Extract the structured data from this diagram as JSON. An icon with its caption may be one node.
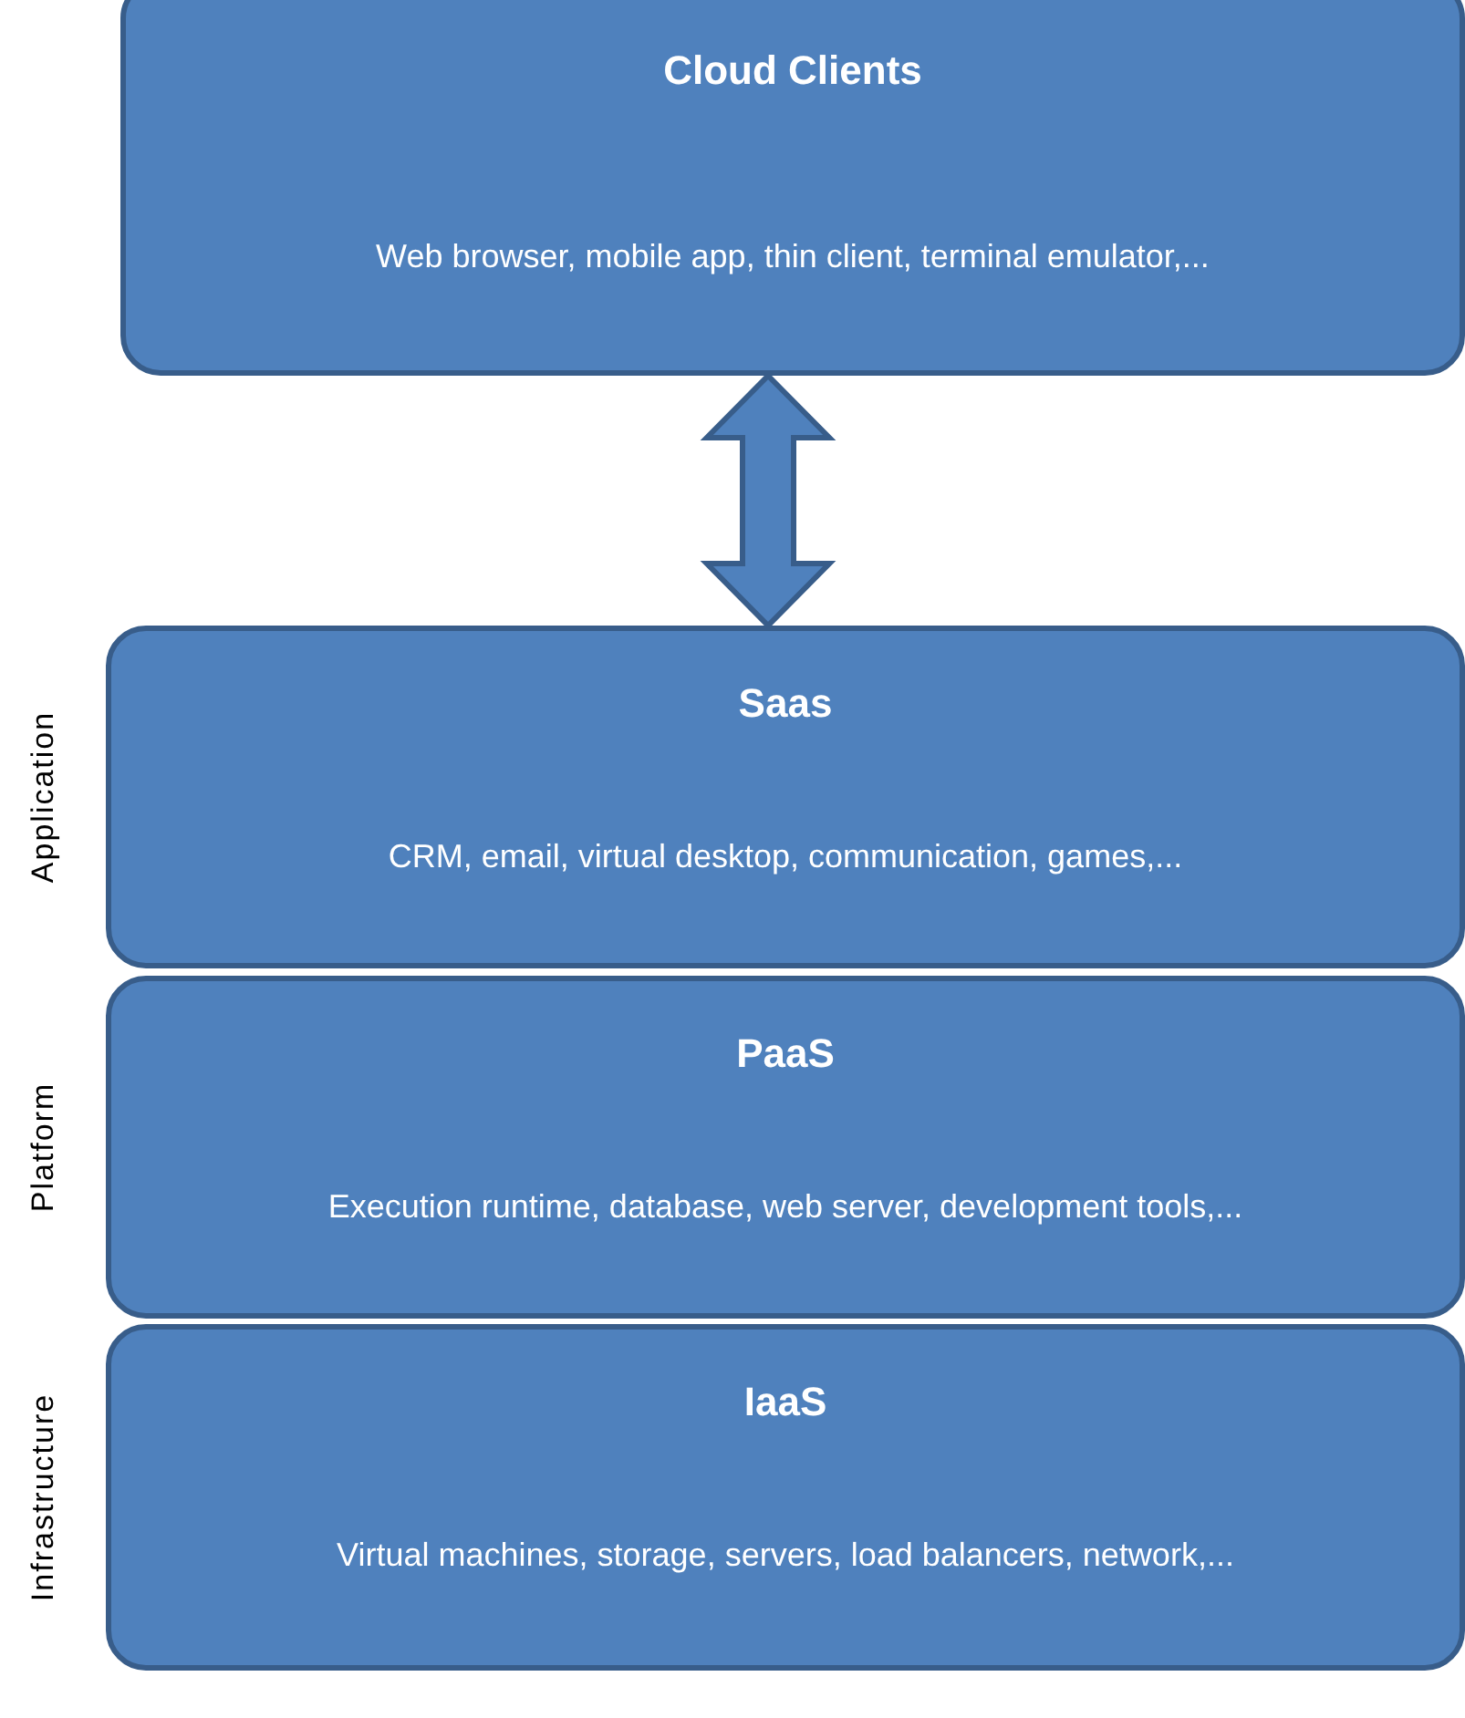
{
  "diagram": {
    "nodes": [
      {
        "text": [
          "Cloud Clients",
          "Web browser, mobile app, thin client, terminal emulator,..."
        ]
      },
      {
        "text": [
          "Saas",
          "CRM, email, virtual desktop, communication, games,..."
        ],
        "beside": [
          "Application"
        ]
      },
      {
        "text": [
          "PaaS",
          "Execution runtime, database, web server, development tools,..."
        ],
        "beside": [
          "Platform"
        ]
      },
      {
        "text": [
          "IaaS",
          "Virtual machines, storage, servers, load balancers, network,..."
        ],
        "beside": [
          "Infrastructure"
        ]
      }
    ],
    "edges": [
      {
        "from": 0,
        "to": 1,
        "arrow": "both",
        "style": "thick"
      }
    ]
  }
}
